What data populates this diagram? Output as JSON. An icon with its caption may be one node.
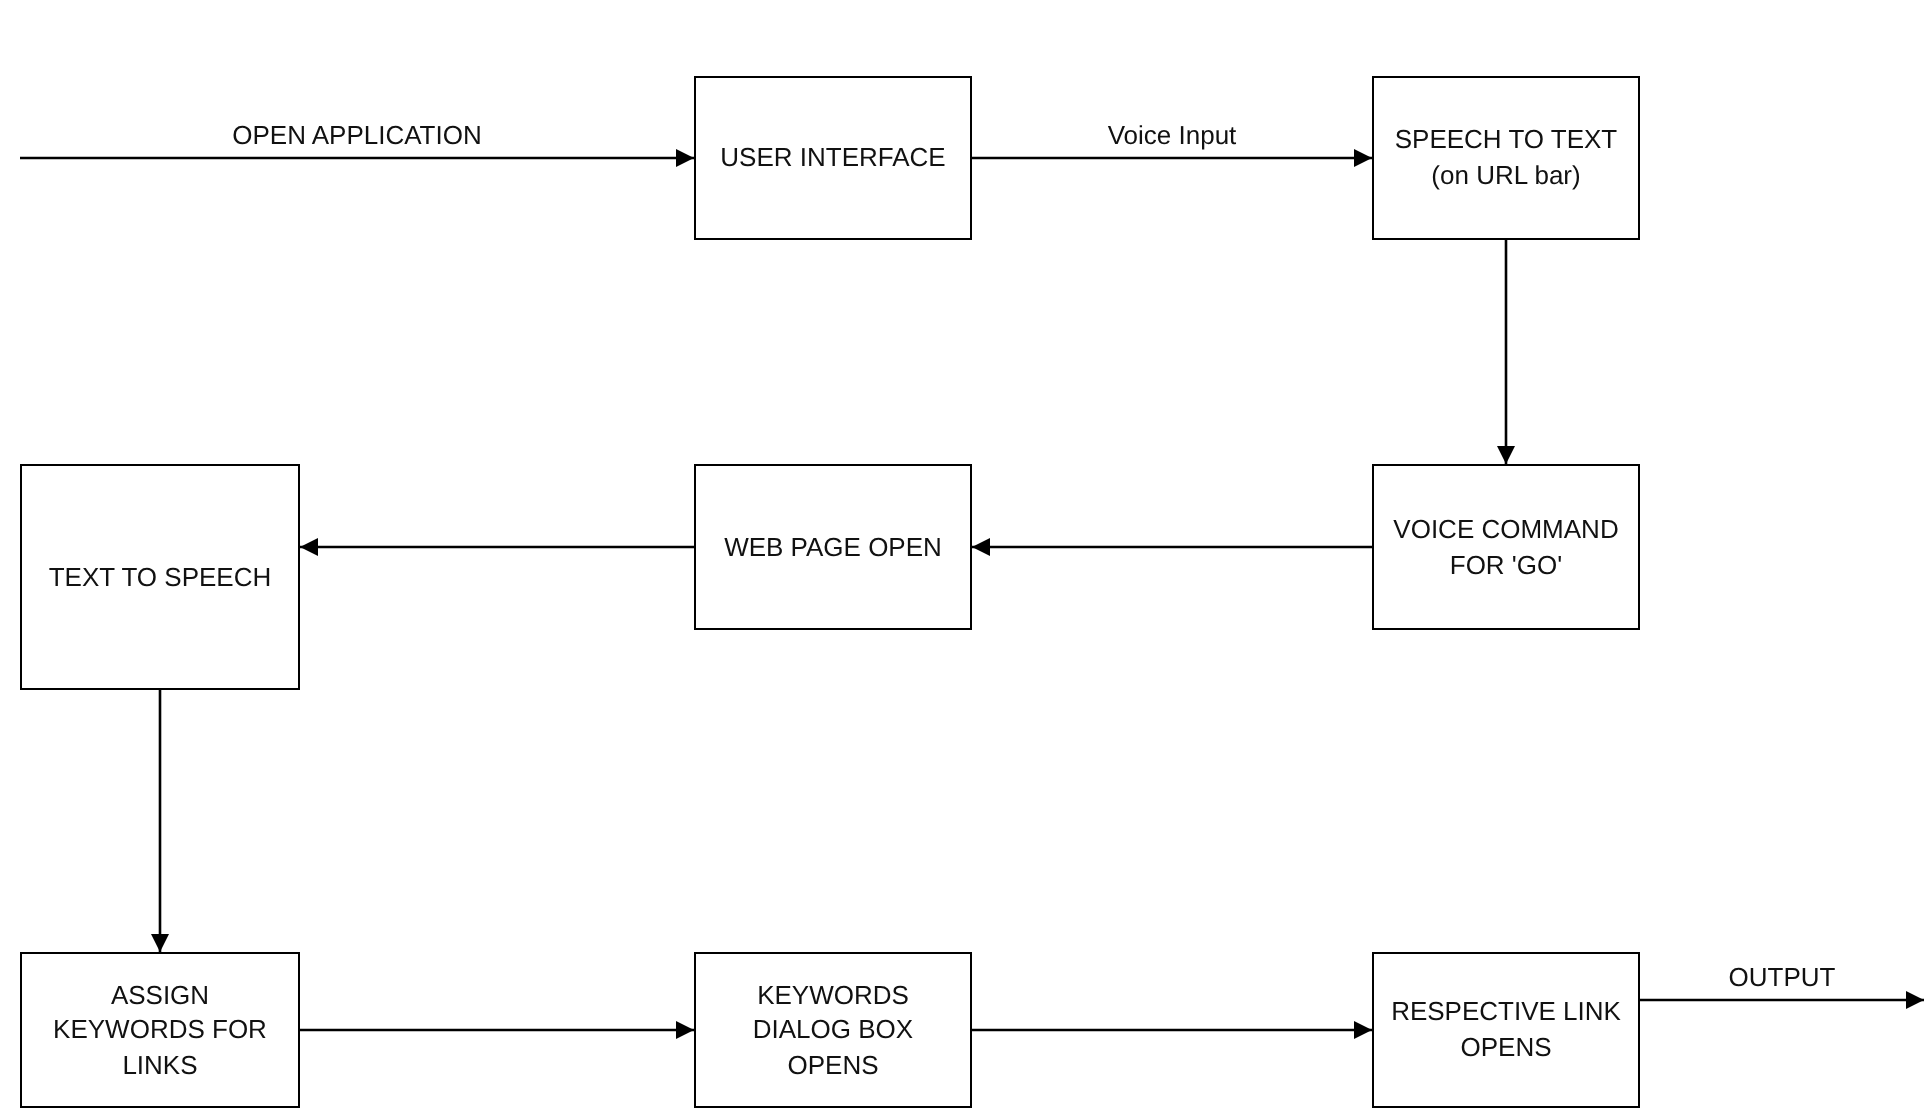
{
  "diagram": {
    "nodes": [
      {
        "text": [
          "USER INTERFACE"
        ]
      },
      {
        "text": [
          "SPEECH TO TEXT (on URL bar)"
        ]
      },
      {
        "text": [
          "VOICE COMMAND FOR 'GO'"
        ]
      },
      {
        "text": [
          "WEB PAGE OPEN"
        ]
      },
      {
        "text": [
          "TEXT TO SPEECH"
        ]
      },
      {
        "text": [
          "ASSIGN KEYWORDS FOR LINKS"
        ]
      },
      {
        "text": [
          "KEYWORDS DIALOG BOX OPENS"
        ]
      },
      {
        "text": [
          "RESPECTIVE LINK OPENS"
        ]
      }
    ],
    "edges": [
      {
        "from": null,
        "to": 0,
        "arrow": "to",
        "label": "OPEN APPLICATION"
      },
      {
        "from": 0,
        "to": 1,
        "arrow": "to",
        "label": "Voice Input"
      },
      {
        "from": 1,
        "to": 2,
        "arrow": "to"
      },
      {
        "from": 2,
        "to": 3,
        "arrow": "to"
      },
      {
        "from": 3,
        "to": 4,
        "arrow": "to"
      },
      {
        "from": 4,
        "to": 5,
        "arrow": "to"
      },
      {
        "from": 5,
        "to": 6,
        "arrow": "to"
      },
      {
        "from": 6,
        "to": 7,
        "arrow": "to"
      },
      {
        "from": 7,
        "to": null,
        "arrow": "to",
        "label": "OUTPUT"
      }
    ]
  }
}
